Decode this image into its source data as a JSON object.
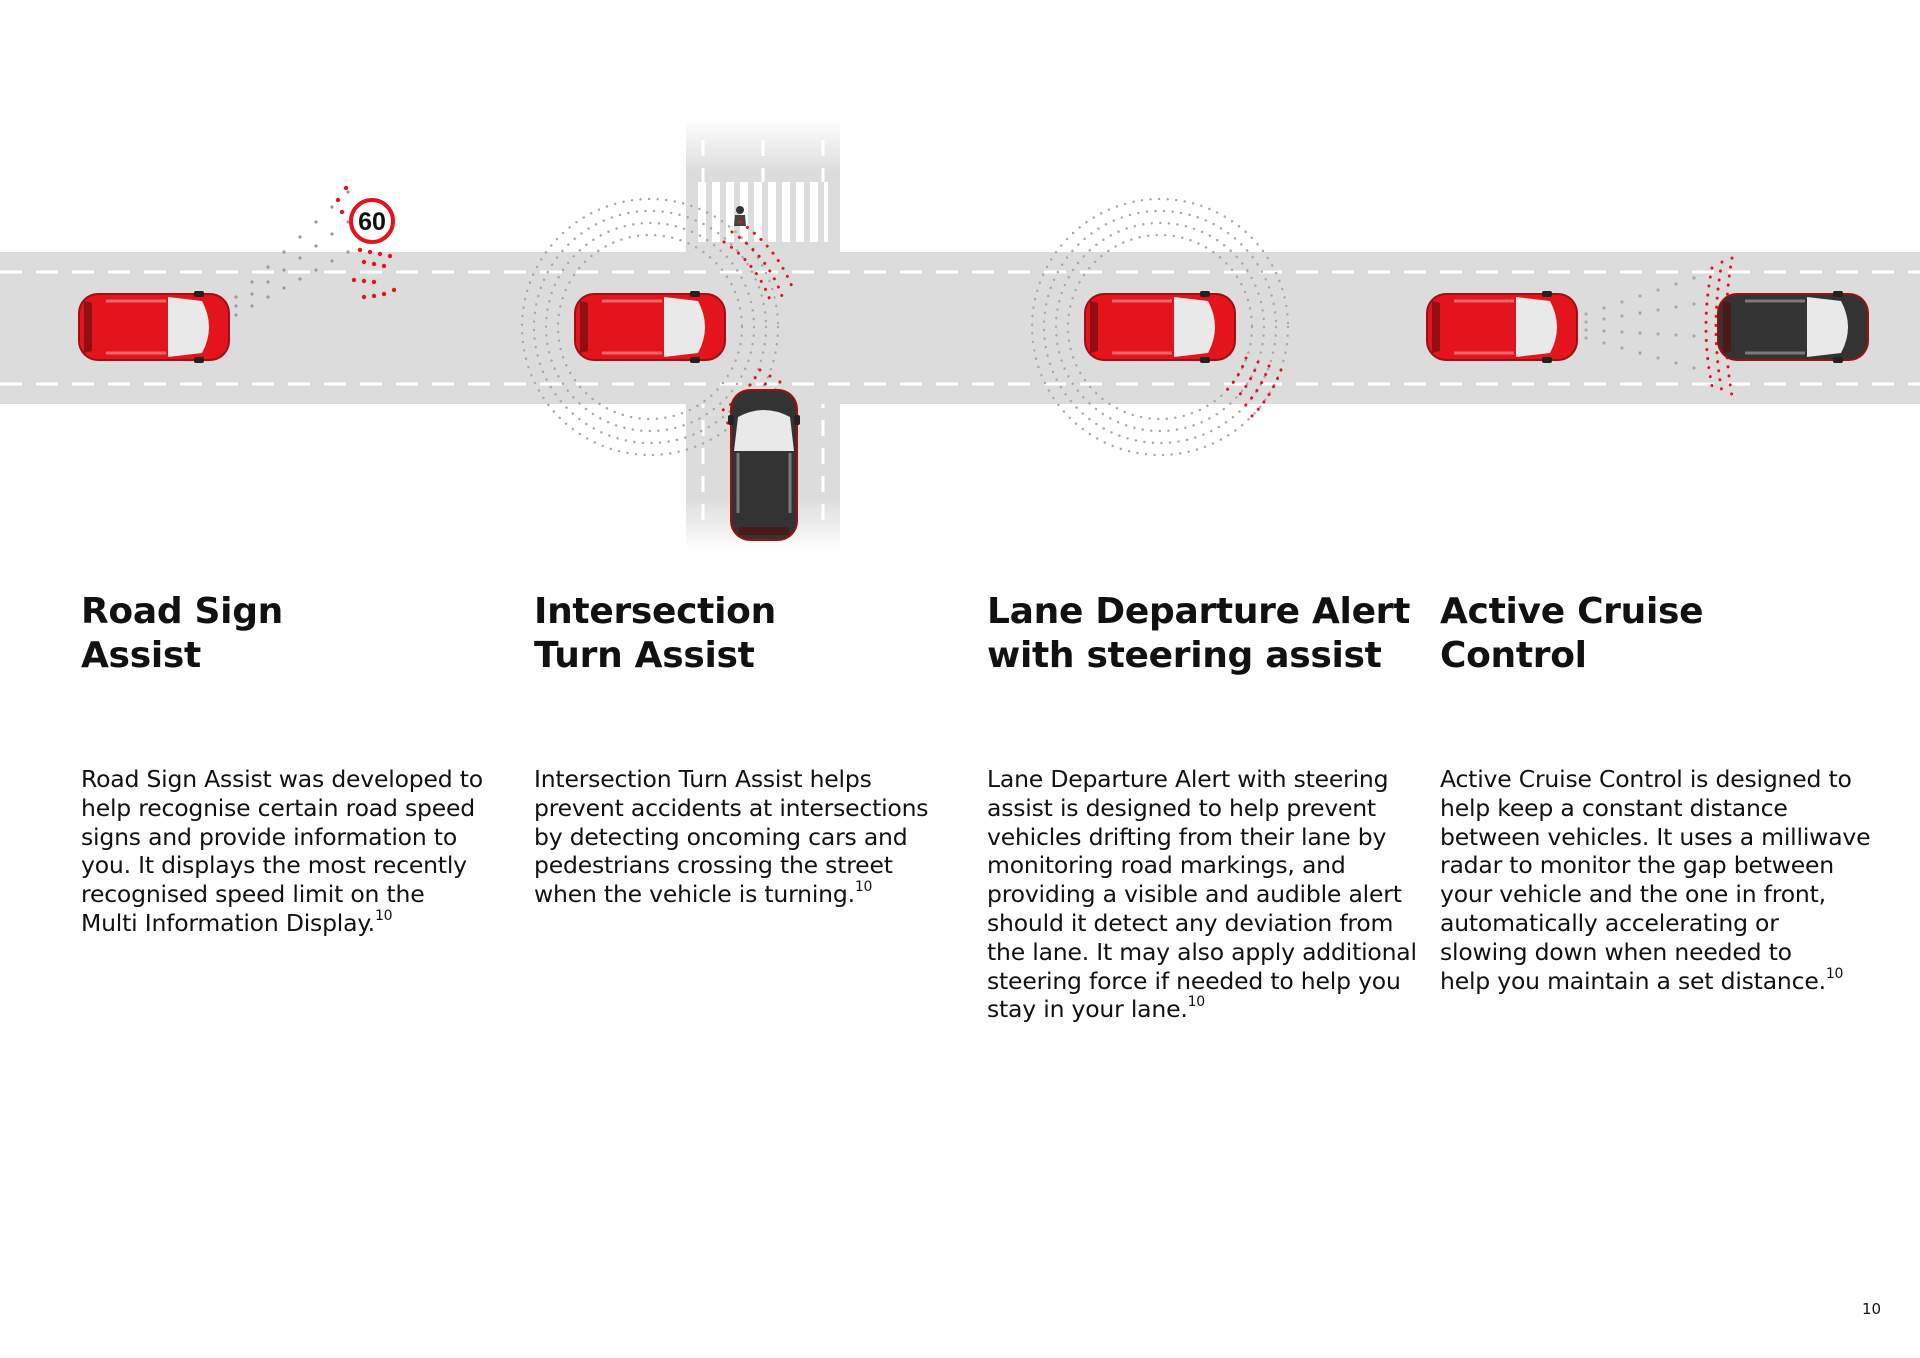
{
  "illustration": {
    "speed_sign": "60",
    "icons": [
      "speed-limit-sign-icon",
      "red-car-icon",
      "dark-car-icon",
      "pedestrian-icon",
      "sensor-dots-icon"
    ],
    "colors": {
      "road": "#dcdcdc",
      "lane_marking": "#ffffff",
      "car_red": "#e3141c",
      "car_dark": "#333333",
      "radar_red": "#e3141c",
      "radar_gray": "#a8a8a8"
    }
  },
  "features": [
    {
      "title": [
        "Road Sign",
        "Assist"
      ],
      "body": [
        "Road Sign Assist was developed to",
        "help recognise certain road speed",
        "signs and provide information to",
        "you. It displays the most recently",
        "recognised speed limit on the",
        "Multi Information Display."
      ],
      "footnote": "10"
    },
    {
      "title": [
        "Intersection",
        "Turn Assist"
      ],
      "body": [
        "Intersection Turn Assist helps",
        "prevent accidents at intersections",
        "by detecting oncoming cars and",
        "pedestrians crossing the street",
        "when the vehicle is turning."
      ],
      "footnote": "10"
    },
    {
      "title": [
        "Lane Departure Alert",
        "with steering assist"
      ],
      "body": [
        "Lane Departure Alert with steering",
        "assist is designed to help prevent",
        "vehicles drifting from their lane by",
        "monitoring road markings, and",
        "providing a visible and audible alert",
        "should it detect any deviation from",
        "the lane. It may also apply additional",
        "steering force if needed to help you",
        "stay in your lane."
      ],
      "footnote": "10"
    },
    {
      "title": [
        "Active Cruise",
        "Control"
      ],
      "body": [
        "Active Cruise Control is designed to",
        "help keep a constant distance",
        "between vehicles. It uses a milliwave",
        "radar to monitor the gap between",
        "your vehicle and the one in front,",
        "automatically accelerating or",
        "slowing down when needed to",
        "help you maintain a set distance."
      ],
      "footnote": "10"
    }
  ],
  "page_number": "10"
}
